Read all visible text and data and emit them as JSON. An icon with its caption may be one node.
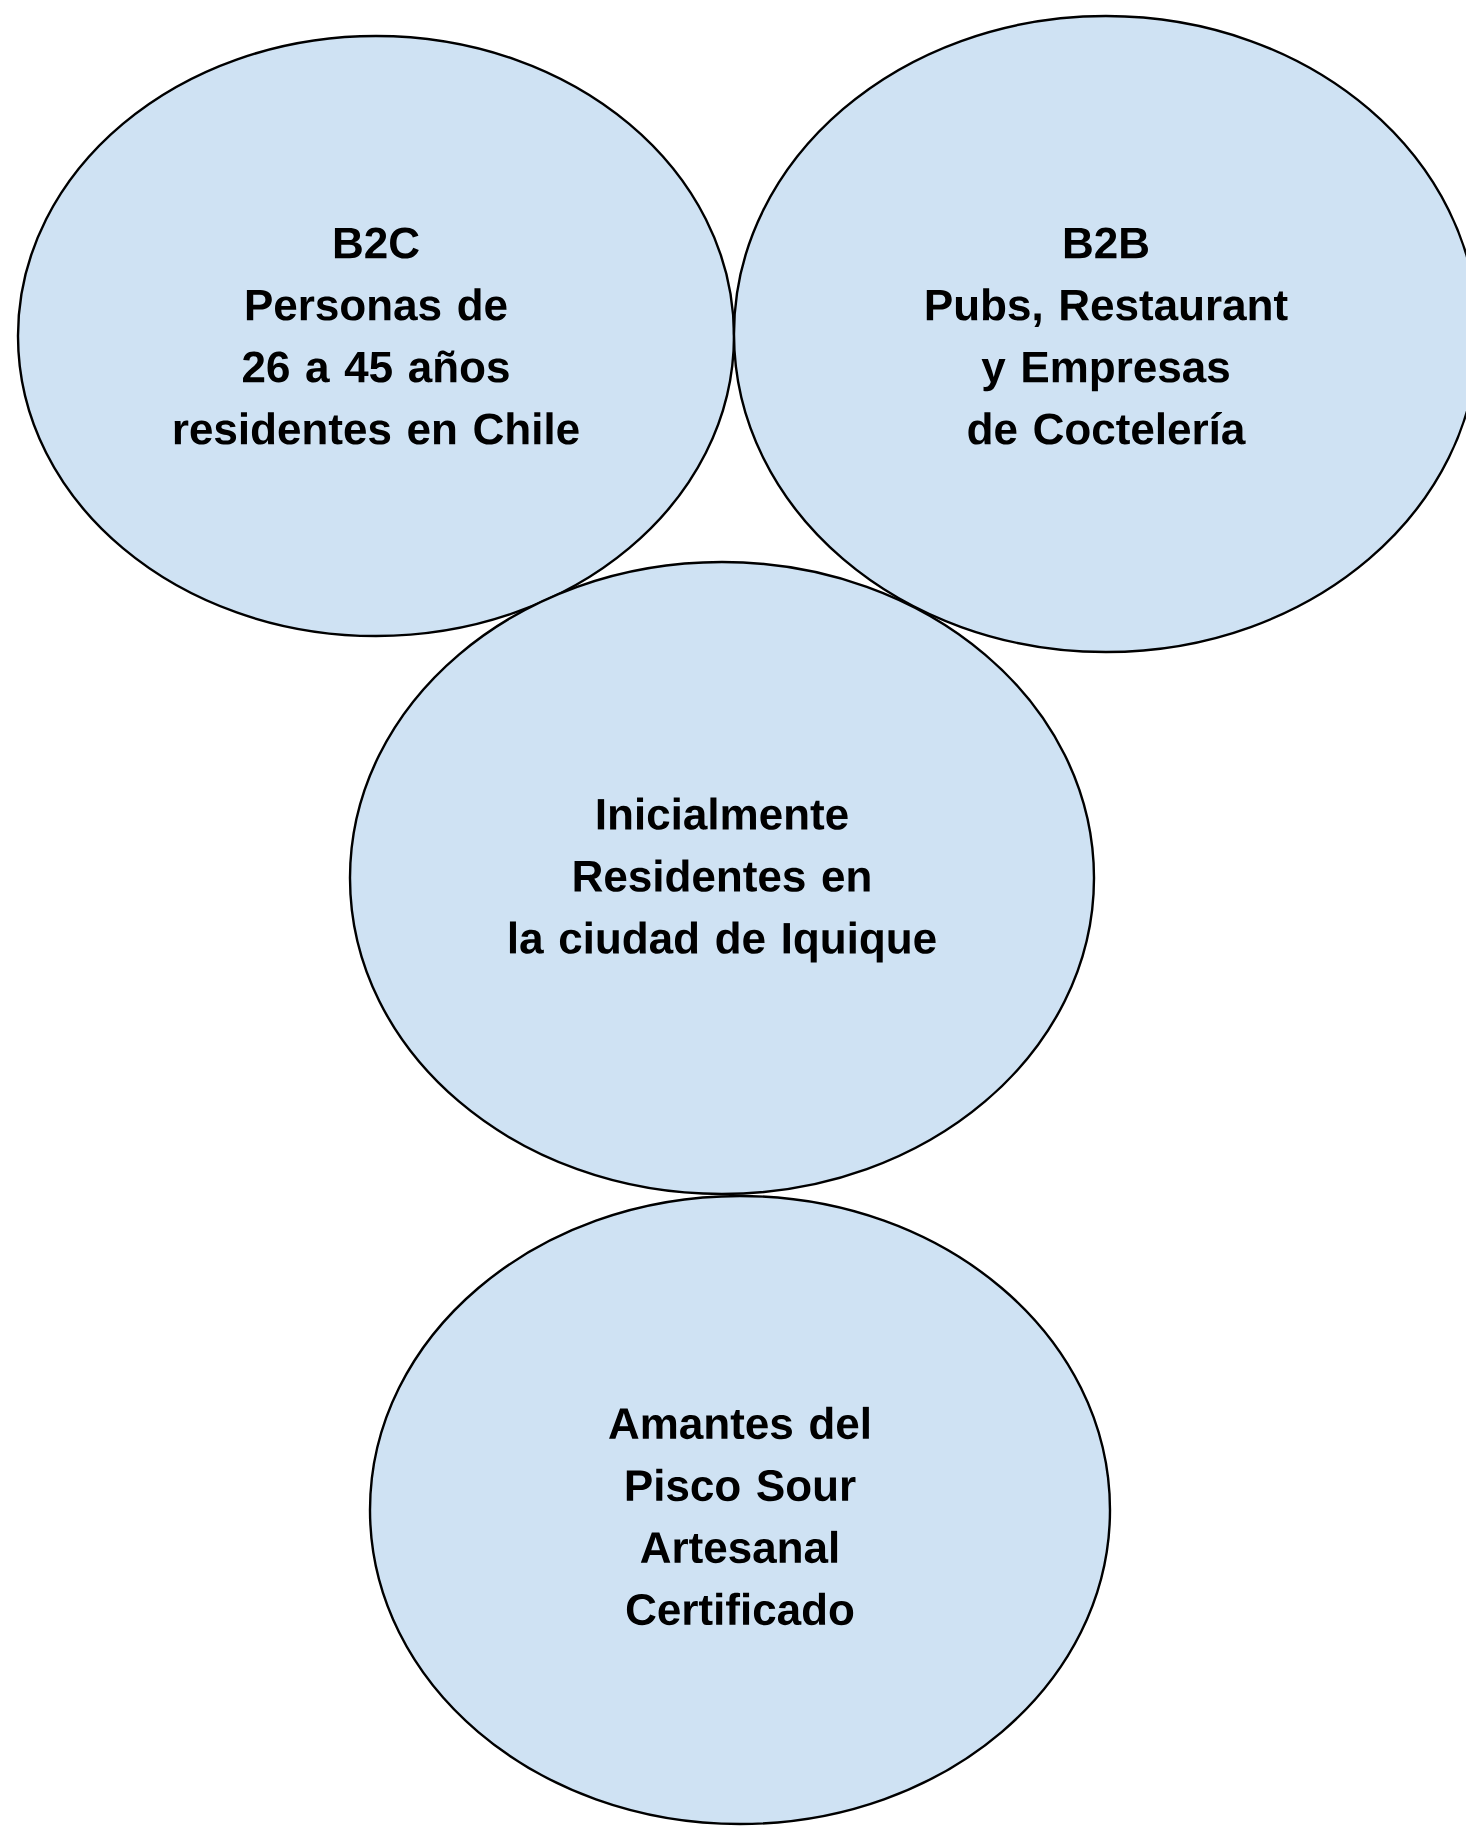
{
  "diagram": {
    "nodes": [
      {
        "text": [
          "B2C",
          "Personas de 26 a 45 años residentes en Chile"
        ]
      },
      {
        "text": [
          "B2B",
          "Pubs, Restaurant y Empresas de Coctelería"
        ]
      },
      {
        "text": [
          "Inicialmente Residentes en la ciudad de Iquique"
        ]
      },
      {
        "text": [
          "Amantes del Pisco Sour Artesanal Certificado"
        ]
      }
    ]
  }
}
